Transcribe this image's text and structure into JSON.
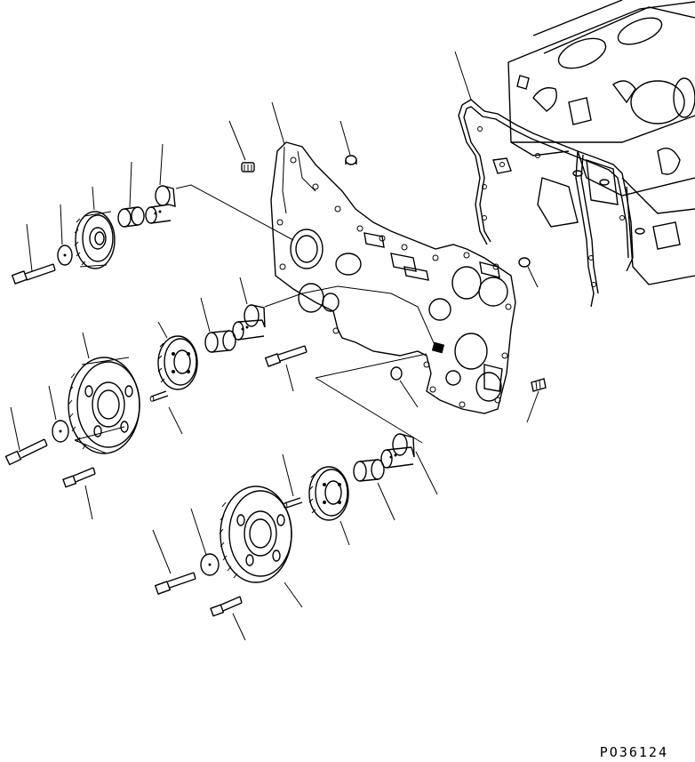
{
  "figure": {
    "reference_code": "PO36124",
    "parts": [
      {
        "name": "engine-block"
      },
      {
        "name": "front-cover-gasket"
      },
      {
        "name": "timing-gear-case"
      },
      {
        "name": "upper-idler-gear"
      },
      {
        "name": "main-idler-gear"
      },
      {
        "name": "lower-idler-gear"
      },
      {
        "name": "bushings"
      },
      {
        "name": "idler-shafts"
      },
      {
        "name": "thrust-plates"
      },
      {
        "name": "bolts"
      },
      {
        "name": "dowel-pins"
      },
      {
        "name": "plugs"
      }
    ]
  }
}
